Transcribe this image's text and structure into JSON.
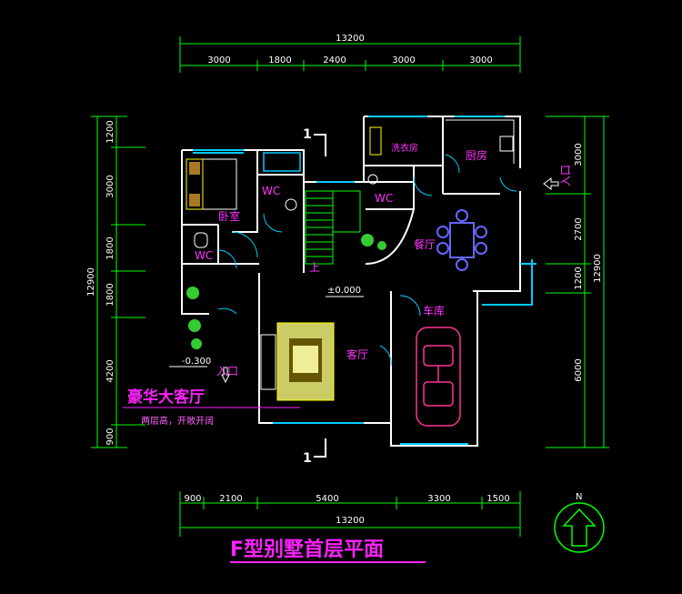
{
  "title": "F型别墅首层平面",
  "highlight": "豪华大客厅",
  "highlight_note": "两层高，开敞开阔",
  "north_label": "N",
  "dims": {
    "top_total": "13200",
    "top_segments": [
      "3000",
      "1800",
      "2400",
      "3000",
      "3000"
    ],
    "bottom_total": "13200",
    "bottom_segments": [
      "900",
      "2100",
      "5400",
      "3300",
      "1500"
    ],
    "left_total": "12900",
    "left_segments": [
      "1200",
      "3000",
      "1800",
      "1800",
      "4200",
      "900"
    ],
    "right_total": "12900",
    "right_segments": [
      "3000",
      "2700",
      "1200",
      "6000"
    ]
  },
  "rooms": {
    "bedroom": "卧室",
    "wc_a": "WC",
    "wc_b": "WC",
    "wc_c": "WC",
    "laundry": "洗衣房",
    "kitchen": "厨房",
    "dining": "餐厅",
    "living": "客厅",
    "garage": "车库",
    "stair_up": "上"
  },
  "levels": {
    "floor": "±0.000",
    "outside": "-0.300"
  },
  "entrances": {
    "main": "入口",
    "side": "入口"
  },
  "section_mark": {
    "top": "1",
    "bottom": "1"
  },
  "colors": {
    "wall": "#ffffff",
    "dim_line": "#00ff00",
    "label": "#ff33ff",
    "window": "#00ccff",
    "furniture": "#ffff00",
    "car": "#ff3399"
  }
}
